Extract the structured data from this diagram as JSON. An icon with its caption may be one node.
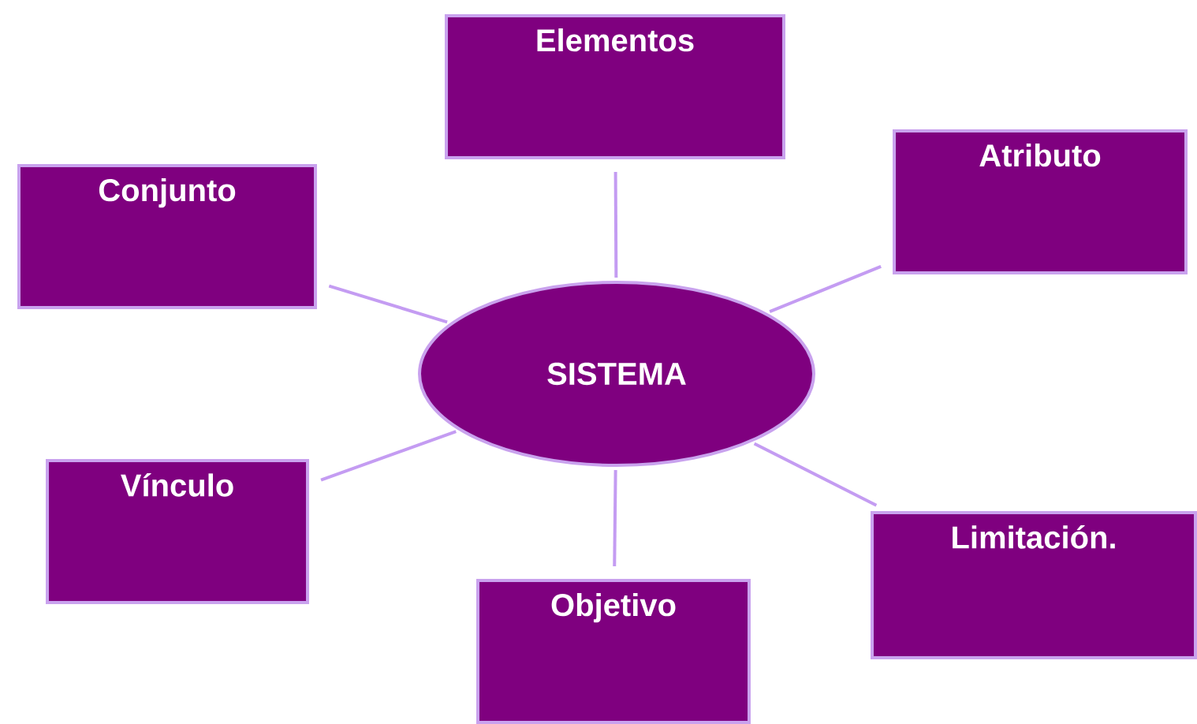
{
  "diagram": {
    "nodes": [
      {
        "text": [
          "Elementos"
        ]
      },
      {
        "text": [
          "Atributo"
        ]
      },
      {
        "text": [
          "Conjunto"
        ]
      },
      {
        "text": [
          "SISTEMA"
        ]
      },
      {
        "text": [
          "Vínculo"
        ]
      },
      {
        "text": [
          "Limitación."
        ]
      },
      {
        "text": [
          "Objetivo"
        ]
      }
    ],
    "edges": [
      {
        "from": 0,
        "to": 3,
        "arrow": "none"
      },
      {
        "from": 1,
        "to": 3,
        "arrow": "none"
      },
      {
        "from": 2,
        "to": 3,
        "arrow": "none"
      },
      {
        "from": 4,
        "to": 3,
        "arrow": "none"
      },
      {
        "from": 5,
        "to": 3,
        "arrow": "none"
      },
      {
        "from": 6,
        "to": 3,
        "arrow": "none"
      }
    ]
  }
}
